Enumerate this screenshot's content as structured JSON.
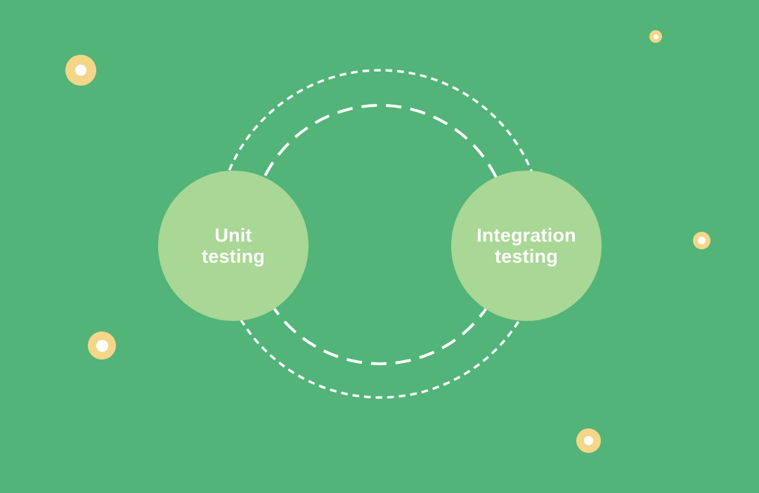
{
  "diagram": {
    "type": "orbit-cycle",
    "description": "Two testing-stage nodes placed on concentric dashed orbit rings",
    "nodes": [
      {
        "id": "unit-testing",
        "label": "Unit\ntesting"
      },
      {
        "id": "integration-testing",
        "label": "Integration\ntesting"
      }
    ],
    "rings": [
      {
        "id": "outer-ring",
        "style": "fine-dotted"
      },
      {
        "id": "inner-ring",
        "style": "long-dashed"
      }
    ],
    "colors": {
      "background": "#52b478",
      "node_fill": "#a9d795",
      "node_text": "#ffffff",
      "ring_stroke": "#ffffff",
      "dot_fill": "#f5d688",
      "dot_core": "#ffffff"
    }
  }
}
